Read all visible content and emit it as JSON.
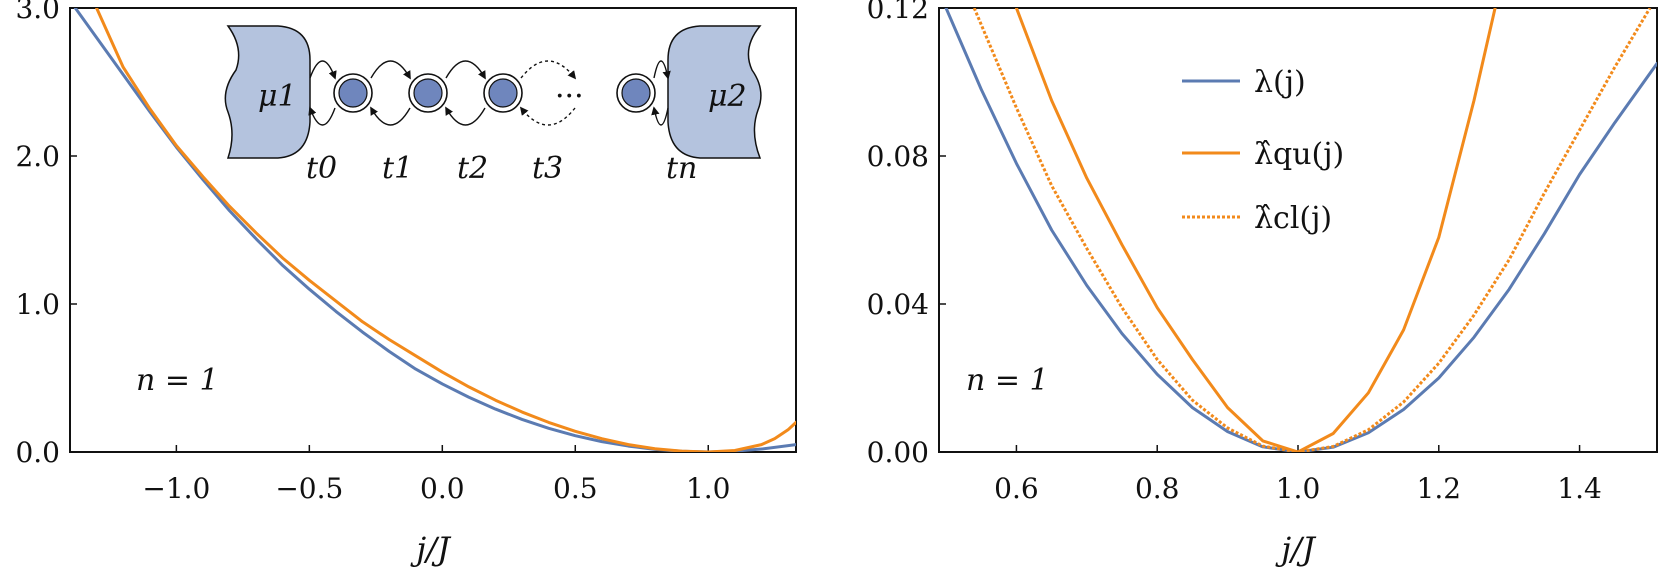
{
  "colors": {
    "blue": "#5b7bb2",
    "orange": "#f28a1b",
    "reservoir": "#b4c3de",
    "site": "#6f86bd",
    "frame": "#111111"
  },
  "chart_data": [
    {
      "type": "line",
      "xlabel": "j/J",
      "ylabel": "",
      "xlim": [
        -1.4,
        1.33
      ],
      "ylim": [
        0.0,
        3.0
      ],
      "xticks": [
        -1.0,
        -0.5,
        0.0,
        0.5,
        1.0
      ],
      "xtick_labels": [
        "−1.0",
        "−0.5",
        "0.0",
        "0.5",
        "1.0"
      ],
      "yticks": [
        0.0,
        1.0,
        2.0,
        3.0
      ],
      "ytick_labels": [
        "0.0",
        "1.0",
        "2.0",
        "3.0"
      ],
      "annotation": "n = 1",
      "series": [
        {
          "color": "blue",
          "x": [
            -1.38,
            -1.3,
            -1.2,
            -1.1,
            -1.0,
            -0.9,
            -0.8,
            -0.7,
            -0.6,
            -0.5,
            -0.4,
            -0.3,
            -0.2,
            -0.1,
            0.0,
            0.1,
            0.2,
            0.3,
            0.4,
            0.5,
            0.6,
            0.7,
            0.8,
            0.9,
            1.0,
            1.1,
            1.2,
            1.33
          ],
          "y": [
            3.0,
            2.8,
            2.55,
            2.3,
            2.06,
            1.84,
            1.63,
            1.44,
            1.26,
            1.1,
            0.95,
            0.81,
            0.68,
            0.56,
            0.46,
            0.37,
            0.29,
            0.22,
            0.16,
            0.11,
            0.07,
            0.04,
            0.018,
            0.005,
            0.0,
            0.006,
            0.02,
            0.05
          ]
        },
        {
          "color": "orange",
          "x": [
            -1.3,
            -1.2,
            -1.1,
            -1.0,
            -0.9,
            -0.8,
            -0.7,
            -0.6,
            -0.5,
            -0.4,
            -0.3,
            -0.2,
            -0.1,
            0.0,
            0.1,
            0.2,
            0.3,
            0.4,
            0.5,
            0.6,
            0.7,
            0.8,
            0.9,
            1.0,
            1.1,
            1.2,
            1.25,
            1.3,
            1.33
          ],
          "y": [
            3.0,
            2.6,
            2.32,
            2.07,
            1.86,
            1.66,
            1.48,
            1.31,
            1.16,
            1.02,
            0.88,
            0.76,
            0.65,
            0.54,
            0.44,
            0.35,
            0.27,
            0.2,
            0.14,
            0.09,
            0.05,
            0.022,
            0.006,
            0.0,
            0.01,
            0.05,
            0.09,
            0.15,
            0.2
          ]
        }
      ],
      "inset": {
        "reservoir_labels": [
          "μ1",
          "μ2"
        ],
        "rate_labels": [
          "t0",
          "t1",
          "t2",
          "t3",
          "tn"
        ],
        "ellipsis": "···"
      }
    },
    {
      "type": "line",
      "xlabel": "j/J",
      "ylabel": "",
      "xlim": [
        0.49,
        1.51
      ],
      "ylim": [
        0.0,
        0.12
      ],
      "xticks": [
        0.6,
        0.8,
        1.0,
        1.2,
        1.4
      ],
      "xtick_labels": [
        "0.6",
        "0.8",
        "1.0",
        "1.2",
        "1.4"
      ],
      "yticks": [
        0.0,
        0.04,
        0.08,
        0.12
      ],
      "ytick_labels": [
        "0.00",
        "0.04",
        "0.08",
        "0.12"
      ],
      "annotation": "n = 1",
      "legend_placement": "top-right",
      "series": [
        {
          "name": "λ(j)",
          "color": "blue",
          "style": "solid",
          "x": [
            0.5,
            0.55,
            0.6,
            0.65,
            0.7,
            0.75,
            0.8,
            0.85,
            0.9,
            0.95,
            1.0,
            1.05,
            1.1,
            1.15,
            1.2,
            1.25,
            1.3,
            1.35,
            1.4,
            1.45,
            1.51
          ],
          "y": [
            0.12,
            0.098,
            0.078,
            0.06,
            0.045,
            0.032,
            0.021,
            0.012,
            0.0055,
            0.0014,
            0.0,
            0.0013,
            0.0052,
            0.0115,
            0.02,
            0.031,
            0.044,
            0.059,
            0.075,
            0.089,
            0.105
          ]
        },
        {
          "name": "λ̂qu(j)",
          "color": "orange",
          "style": "solid",
          "x": [
            0.6,
            0.65,
            0.7,
            0.75,
            0.8,
            0.85,
            0.9,
            0.95,
            1.0,
            1.05,
            1.1,
            1.15,
            1.2,
            1.25,
            1.28
          ],
          "y": [
            0.12,
            0.095,
            0.074,
            0.056,
            0.039,
            0.025,
            0.012,
            0.003,
            0.0,
            0.005,
            0.016,
            0.033,
            0.058,
            0.095,
            0.12
          ]
        },
        {
          "name": "λ̂cl(j)",
          "color": "orange",
          "style": "dotted",
          "x": [
            0.54,
            0.6,
            0.65,
            0.7,
            0.75,
            0.8,
            0.85,
            0.9,
            0.95,
            1.0,
            1.05,
            1.1,
            1.15,
            1.2,
            1.25,
            1.3,
            1.35,
            1.4,
            1.45,
            1.5
          ],
          "y": [
            0.12,
            0.093,
            0.072,
            0.055,
            0.039,
            0.025,
            0.014,
            0.0065,
            0.0016,
            0.0,
            0.0015,
            0.006,
            0.0135,
            0.024,
            0.037,
            0.052,
            0.07,
            0.087,
            0.104,
            0.12
          ]
        }
      ]
    }
  ]
}
